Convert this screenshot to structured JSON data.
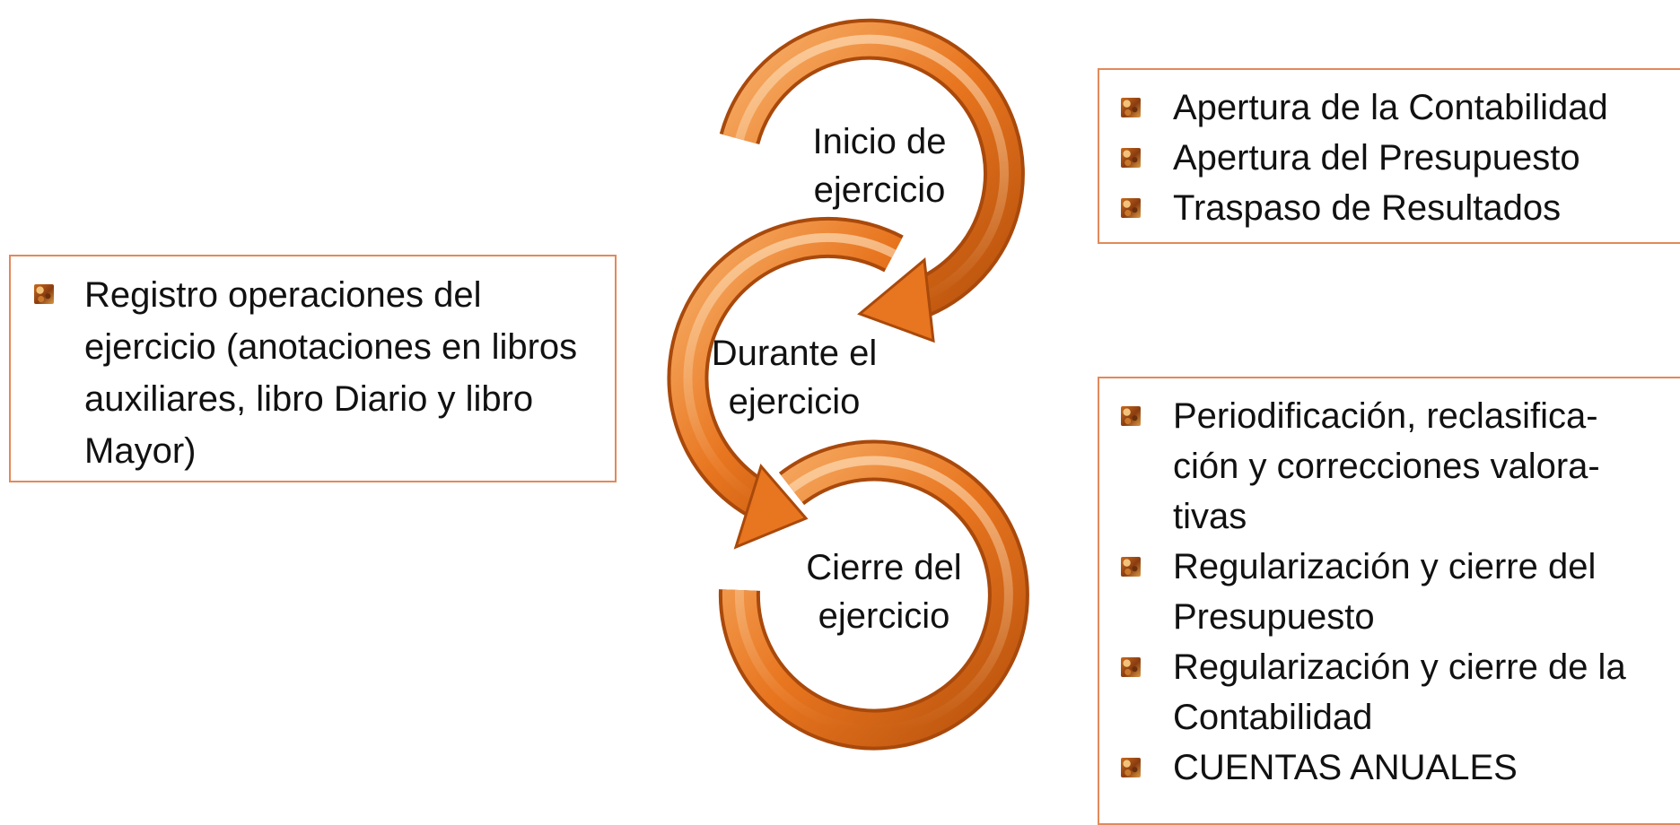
{
  "stages": [
    {
      "line1": "Inicio de",
      "line2": "ejercicio"
    },
    {
      "line1": "Durante el",
      "line2": "ejercicio"
    },
    {
      "line1": "Cierre del",
      "line2": "ejercicio"
    }
  ],
  "left_box": {
    "items": [
      {
        "label": "Registro operaciones del ejercicio (anotaciones en libros auxiliares, libro Diario y libro Mayor)"
      }
    ]
  },
  "top_box": {
    "items": [
      {
        "label": "Apertura de la Contabilidad"
      },
      {
        "label": "Apertura del Presupuesto"
      },
      {
        "label": "Traspaso de Resultados"
      }
    ]
  },
  "bottom_box": {
    "items": [
      {
        "label": "Periodificación, reclasifica-ción y correcciones valora-tivas"
      },
      {
        "label": "Regularización y cierre del Presupuesto"
      },
      {
        "label": "Regularización y cierre de la Contabilidad"
      },
      {
        "label": "CUENTAS ANUALES"
      }
    ]
  },
  "colors": {
    "arrow_light": "#f7b06a",
    "arrow_mid": "#e8751f",
    "arrow_dark": "#b8520c",
    "box_border": "#e2895a",
    "bullet_icon": "textured-square-icon"
  }
}
